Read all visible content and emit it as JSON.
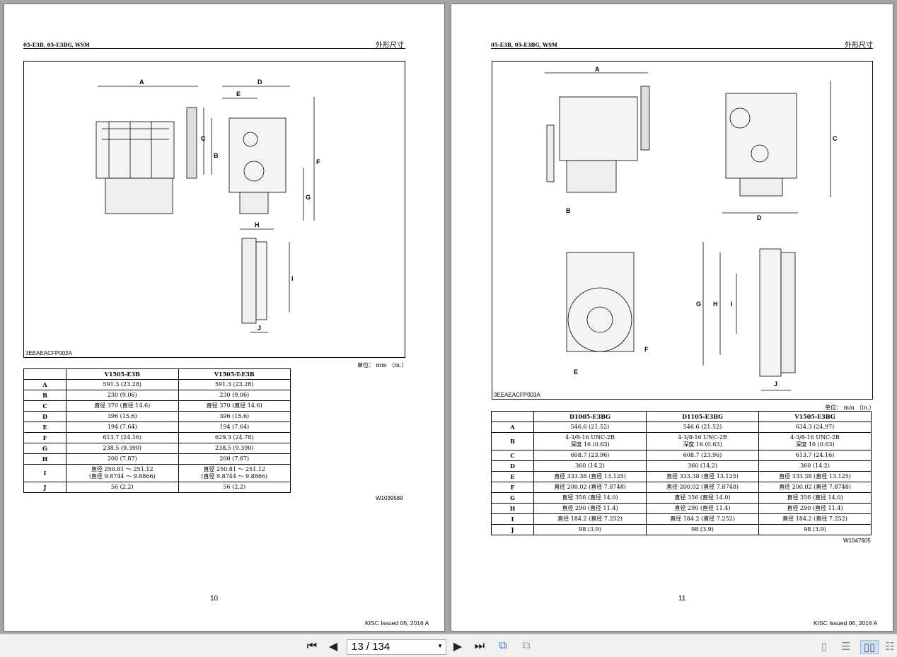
{
  "left_page": {
    "header_left": "05-E3B, 05-E3BG, WSM",
    "header_right": "外形尺寸",
    "figure_caption": "3EEAEACFP002A",
    "dim_labels": {
      "A": "A",
      "B": "B",
      "C": "C",
      "D": "D",
      "E": "E",
      "F": "F",
      "G": "G",
      "H": "H",
      "I": "I",
      "J": "J"
    },
    "unit": "单位： mm （in.）",
    "table": {
      "headers": [
        "",
        "V1505-E3B",
        "V1505-T-E3B"
      ],
      "rows": [
        [
          "A",
          "591.3 (23.28)",
          "591.3 (23.28)"
        ],
        [
          "B",
          "230 (9.06)",
          "230 (9.06)"
        ],
        [
          "C",
          "直径 370 (直径 14.6)",
          "直径 370 (直径 14.6)"
        ],
        [
          "D",
          "396 (15.6)",
          "396 (15.6)"
        ],
        [
          "E",
          "194 (7.64)",
          "194 (7.64)"
        ],
        [
          "F",
          "613.7 (24.16)",
          "629.3 (24.78)"
        ],
        [
          "G",
          "238.5 (9.390)",
          "238.5 (9.390)"
        ],
        [
          "H",
          "200 (7.87)",
          "200 (7.87)"
        ],
        [
          "I",
          "直径 250.81 ～ 251.12\n(直径 9.8744 ～ 9.8866)",
          "直径 250.81 ～ 251.12\n(直径 9.8744 ～ 9.8866)"
        ],
        [
          "J",
          "56 (2.2)",
          "56 (2.2)"
        ]
      ]
    },
    "ref_code": "W1039589",
    "page_number": "10",
    "footer": "KISC Issued 06, 2016 A"
  },
  "right_page": {
    "header_left": "05-E3B, 05-E3BG, WSM",
    "header_right": "外形尺寸",
    "figure_caption": "3EEAEACFP003A",
    "dim_labels": {
      "A": "A",
      "B": "B",
      "C": "C",
      "D": "D",
      "E": "E",
      "F": "F",
      "G": "G",
      "H": "H",
      "I": "I",
      "J": "J"
    },
    "unit": "单位： mm （in.）",
    "table": {
      "headers": [
        "",
        "D1005-E3BG",
        "D1105-E3BG",
        "V1505-E3BG"
      ],
      "rows": [
        [
          "A",
          "546.6 (21.52)",
          "546.6 (21.52)",
          "634.3 (24.97)"
        ],
        [
          "B",
          "4-3/8-16 UNC-2B\n深度 16 (0.63)",
          "4-3/8-16 UNC-2B\n深度 16 (0.63)",
          "4-3/8-16 UNC-2B\n深度 16 (0.63)"
        ],
        [
          "C",
          "608.7 (23.96)",
          "608.7 (23.96)",
          "613.7 (24.16)"
        ],
        [
          "D",
          "360 (14.2)",
          "360 (14.2)",
          "360 (14.2)"
        ],
        [
          "E",
          "直径 333.38 (直径 13.125)",
          "直径 333.38 (直径 13.125)",
          "直径 333.38 (直径 13.125)"
        ],
        [
          "F",
          "直径 200.02 (直径 7.8748)",
          "直径 200.02 (直径 7.8748)",
          "直径 200.02 (直径 7.8748)"
        ],
        [
          "G",
          "直径 356 (直径 14.0)",
          "直径 356 (直径 14.0)",
          "直径 356 (直径 14.0)"
        ],
        [
          "H",
          "直径 290 (直径 11.4)",
          "直径 290 (直径 11.4)",
          "直径 290 (直径 11.4)"
        ],
        [
          "I",
          "直径 184.2 (直径 7.252)",
          "直径 184.2 (直径 7.252)",
          "直径 184.2 (直径 7.252)"
        ],
        [
          "J",
          "98 (3.9)",
          "98 (3.9)",
          "98 (3.9)"
        ]
      ]
    },
    "ref_code": "W1047605",
    "page_number": "11",
    "footer": "KISC Issued 06, 2016 A"
  },
  "toolbar": {
    "page_input": "13 / 134",
    "icons": [
      "first-page-icon",
      "previous-page-icon",
      "next-page-icon",
      "last-page-icon",
      "previous-view-icon",
      "next-view-icon",
      "single-page-view-icon",
      "continuous-view-icon",
      "facing-view-icon",
      "continuous-facing-view-icon"
    ],
    "active_view": "facing-view"
  }
}
